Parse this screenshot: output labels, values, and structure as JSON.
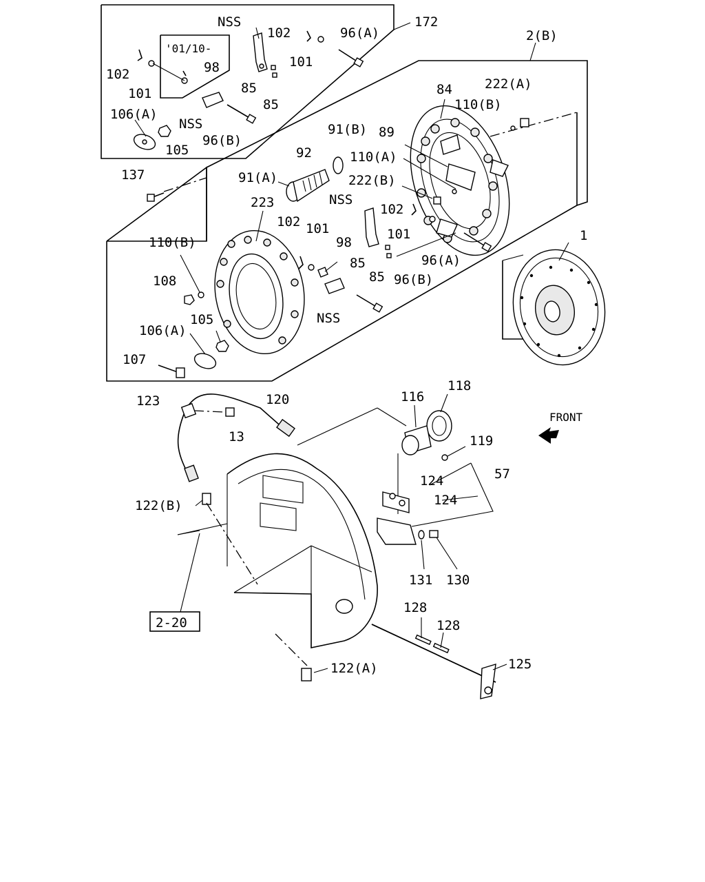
{
  "labels": {
    "l172": "172",
    "lNSS1": "NSS",
    "l102a": "102",
    "l96A1": "96(A)",
    "l0110": "'01/10-",
    "l98a": "98",
    "l102b": "102",
    "l101a": "101",
    "l101b": "101",
    "l85a": "85",
    "l85b": "85",
    "l106A1": "106(A)",
    "lNSS2": "NSS",
    "l105a": "105",
    "l96B1": "96(B)",
    "l2B": "2(B)",
    "l84": "84",
    "l222A": "222(A)",
    "l110B1": "110(B)",
    "l91B": "91(B)",
    "l89": "89",
    "l92": "92",
    "l110A": "110(A)",
    "l91A": "91(A)",
    "l222B": "222(B)",
    "l137": "137",
    "l223": "223",
    "lNSS3": "NSS",
    "l102c": "102",
    "l101c": "101",
    "l102d": "102",
    "l101d": "101",
    "l110B2": "110(B)",
    "l98b": "98",
    "l85c": "85",
    "l96A2": "96(A)",
    "l1": "1",
    "l108": "108",
    "l85d": "85",
    "l96B2": "96(B)",
    "l105b": "105",
    "lNSS4": "NSS",
    "l106A2": "106(A)",
    "l107": "107",
    "l123": "123",
    "l120": "120",
    "l116": "116",
    "l118": "118",
    "l13": "13",
    "lFRONT": "FRONT",
    "l119": "119",
    "l57": "57",
    "l124a": "124",
    "l124b": "124",
    "l122B": "122(B)",
    "l131": "131",
    "l130": "130",
    "l2_20": "2-20",
    "l128a": "128",
    "l128b": "128",
    "l122A": "122(A)",
    "l125": "125"
  }
}
